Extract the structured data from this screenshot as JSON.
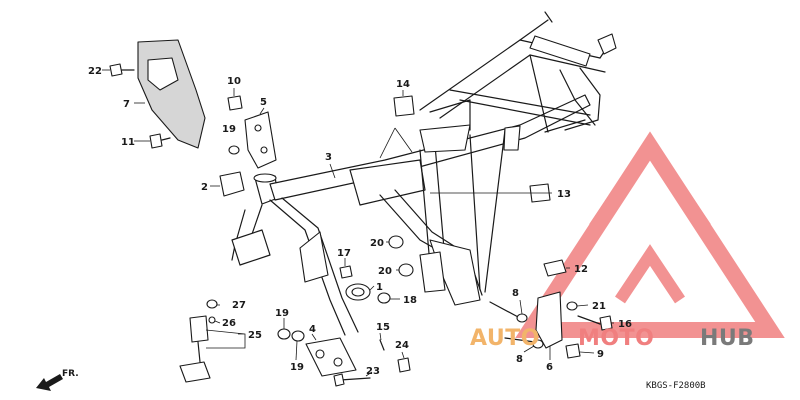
{
  "diagram": {
    "code": "KBGS-F2800B",
    "front_label": "FR.",
    "callouts": {
      "c1": "1",
      "c2": "2",
      "c3": "3",
      "c4": "4",
      "c5": "5",
      "c6": "6",
      "c7": "7",
      "c8a": "8",
      "c8b": "8",
      "c9": "9",
      "c10": "10",
      "c11": "11",
      "c12": "12",
      "c13": "13",
      "c14": "14",
      "c15": "15",
      "c16": "16",
      "c17": "17",
      "c18": "18",
      "c19a": "19",
      "c19b": "19",
      "c19c": "19",
      "c20a": "20",
      "c20b": "20",
      "c21": "21",
      "c22": "22",
      "c23": "23",
      "c24": "24",
      "c25": "25",
      "c26": "26",
      "c27": "27"
    }
  },
  "watermark": {
    "part1": "AUTO",
    "part2": "MOTO",
    "part3": "HUB",
    "color_primary": "#f07f7f",
    "color_secondary": "#f2b46a",
    "color_dark": "#7a7a7a"
  }
}
